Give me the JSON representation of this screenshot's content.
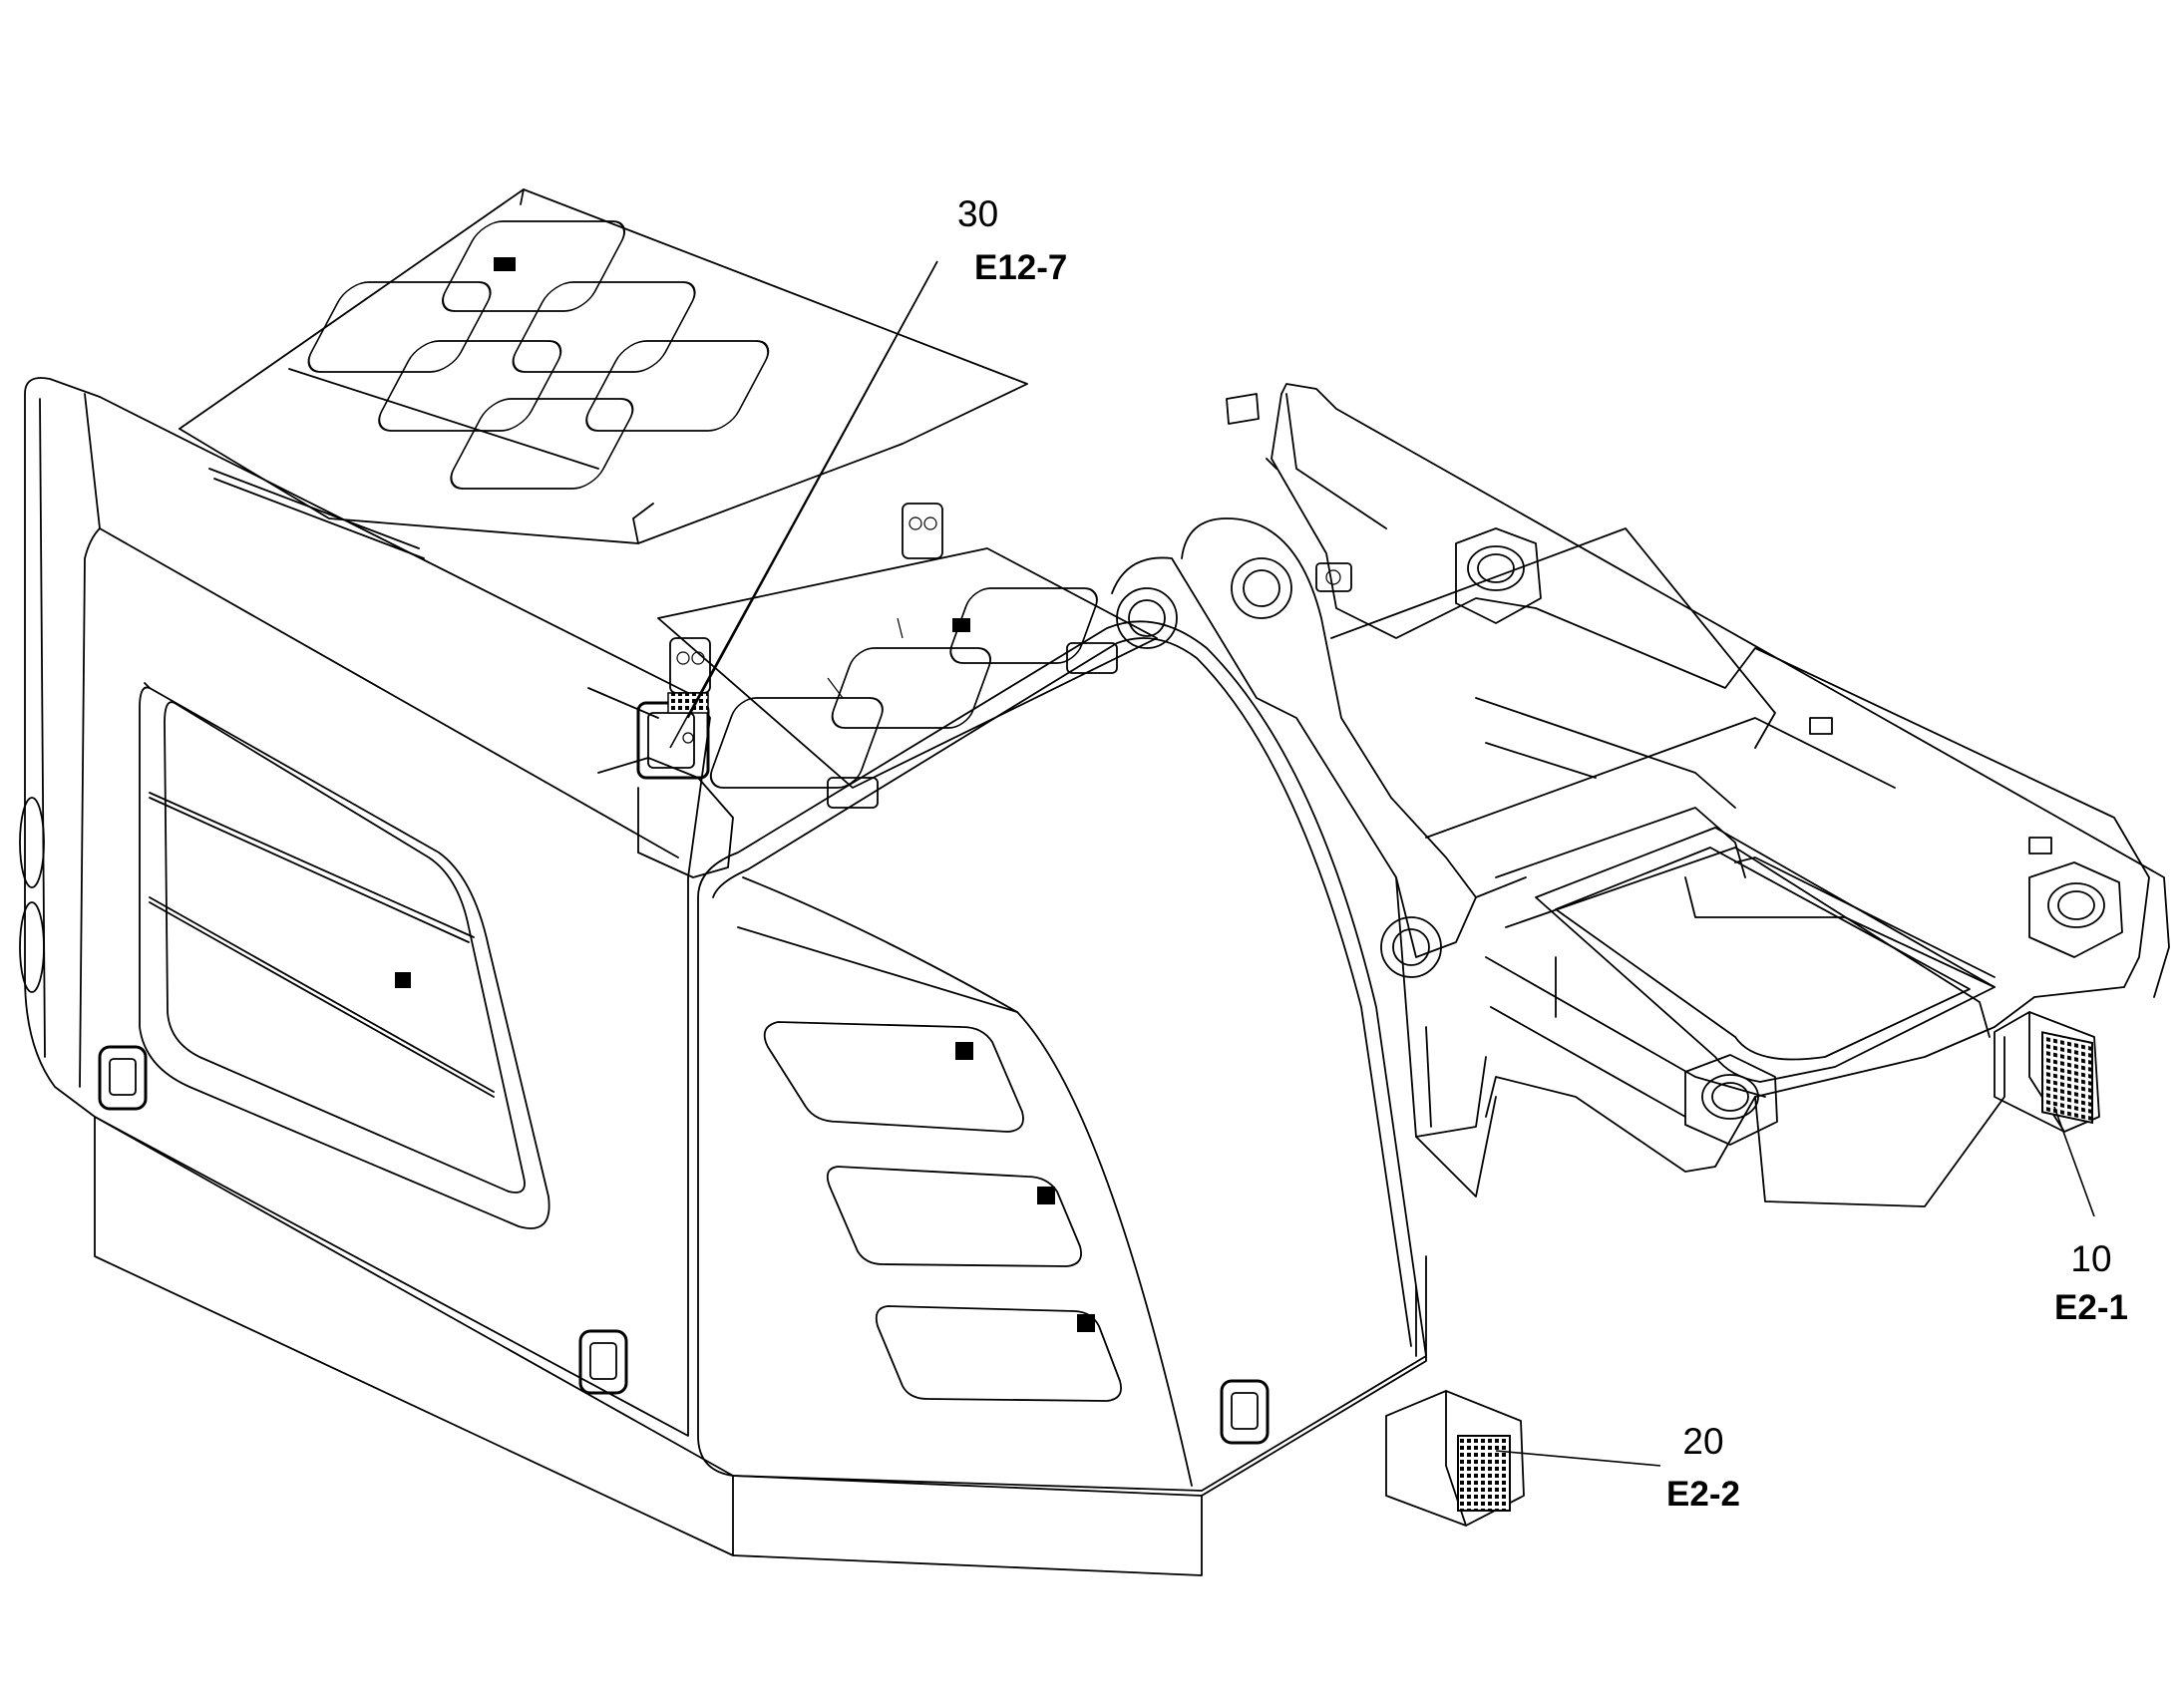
{
  "callouts": [
    {
      "id": "item-30",
      "number": "30",
      "code": "E12-7"
    },
    {
      "id": "item-10",
      "number": "10",
      "code": "E2-1"
    },
    {
      "id": "item-20",
      "number": "20",
      "code": "E2-2"
    }
  ]
}
